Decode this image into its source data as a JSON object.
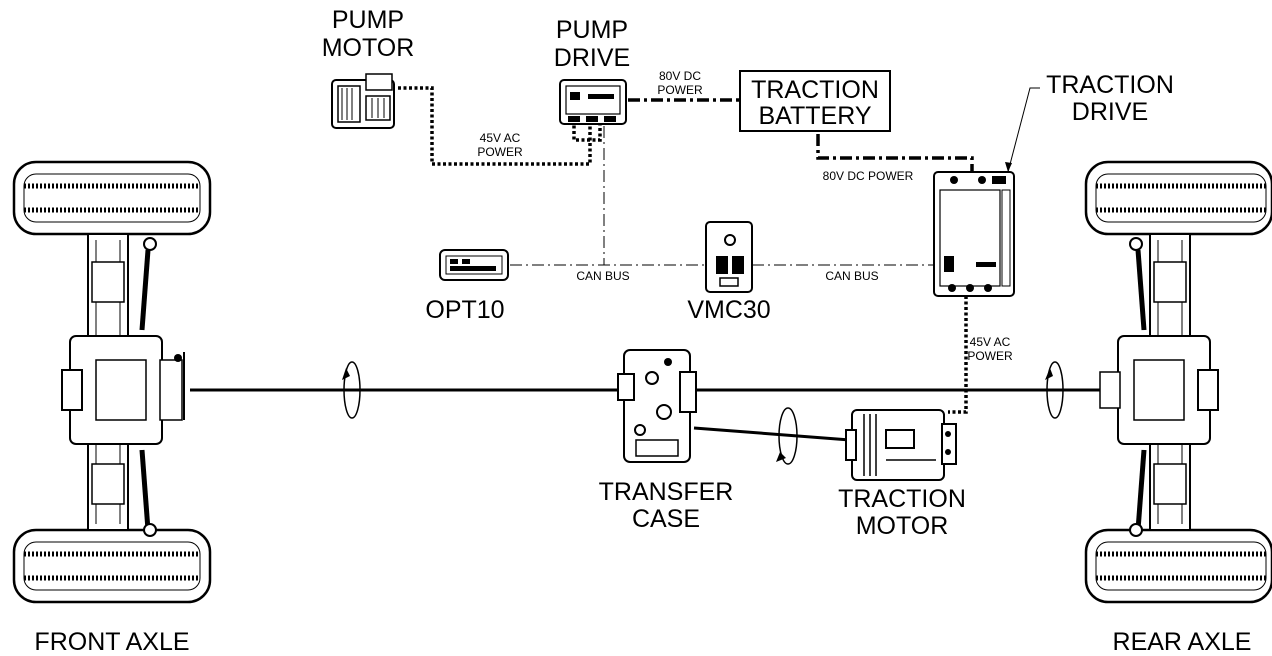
{
  "labels": {
    "pump_motor": [
      "PUMP",
      "MOTOR"
    ],
    "pump_drive": [
      "PUMP",
      "DRIVE"
    ],
    "traction_battery": [
      "TRACTION",
      "BATTERY"
    ],
    "traction_drive": [
      "TRACTION",
      "DRIVE"
    ],
    "opt10": "OPT10",
    "vmc30": "VMC30",
    "transfer_case": [
      "TRANSFER",
      "CASE"
    ],
    "traction_motor": [
      "TRACTION",
      "MOTOR"
    ],
    "front_axle": "FRONT AXLE",
    "rear_axle": "REAR AXLE"
  },
  "connections": {
    "pump_power": [
      "45V AC",
      "POWER"
    ],
    "battery_to_pump_drive": [
      "80V DC",
      "POWER"
    ],
    "battery_to_traction_drive": "80V DC POWER",
    "can_bus_left": "CAN BUS",
    "can_bus_right": "CAN BUS",
    "traction_power": [
      "45V AC",
      "POWER"
    ]
  },
  "legend_styles": {
    "ac_power": "dotted",
    "dc_power": "dash-dot",
    "can_bus": "thin dash-dot"
  }
}
